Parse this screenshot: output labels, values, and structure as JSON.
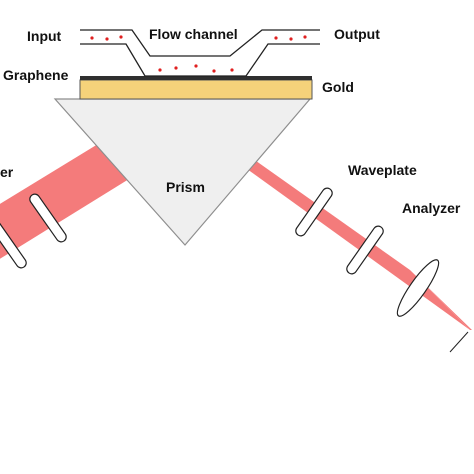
{
  "labels": {
    "input": "Input",
    "flow_channel": "Flow channel",
    "output": "Output",
    "graphene": "Graphene",
    "gold": "Gold",
    "polarizer_partial": "er",
    "prism": "Prism",
    "waveplate": "Waveplate",
    "analyzer": "Analyzer"
  },
  "colors": {
    "beam": "#f47b7b",
    "gold_layer": "#f5d27a",
    "graphene_layer": "#2f2f2f",
    "prism_fill": "#efefef",
    "prism_stroke": "#8e8e8e",
    "particle": "#e02020",
    "outline": "#222222"
  }
}
